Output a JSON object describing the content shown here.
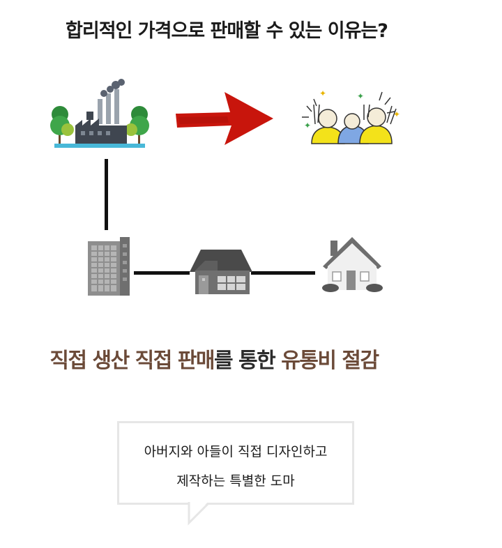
{
  "heading": "합리적인 가격으로 판매할 수 있는 이유는?",
  "summary": {
    "part1": "직접 생산 직접 판매",
    "part2": "를 통한 ",
    "part3": "유통비 절감"
  },
  "bubble": {
    "line1": "아버지와 아들이 직접 디자인하고",
    "line2": "제작하는 특별한 도마"
  },
  "colors": {
    "arrow": "#c8150c",
    "brown_text": "#6b4a38",
    "line": "#111111",
    "building": "#8e8e8e",
    "shirt_yellow": "#f3e21a",
    "shirt_blue": "#7fa7e3"
  },
  "icons": [
    "factory-icon",
    "red-arrow-icon",
    "happy-customers-icon",
    "office-building-icon",
    "store-icon",
    "house-icon"
  ]
}
